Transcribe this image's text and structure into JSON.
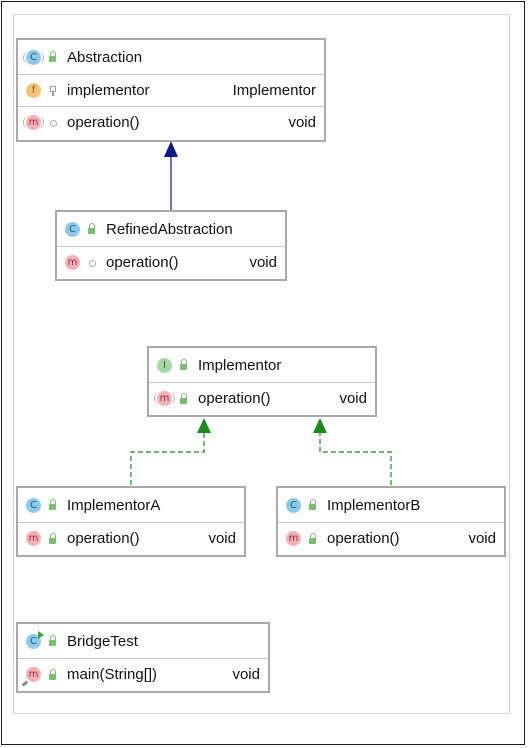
{
  "diagram": {
    "classes": [
      {
        "id": "abstraction",
        "kind": "class",
        "name": "Abstraction",
        "members": [
          {
            "kind": "field",
            "visibility": "private",
            "name": "implementor",
            "type": "Implementor"
          },
          {
            "kind": "method",
            "visibility": "package",
            "name": "operation()",
            "type": "void"
          }
        ]
      },
      {
        "id": "refined",
        "kind": "class",
        "name": "RefinedAbstraction",
        "members": [
          {
            "kind": "method",
            "visibility": "package",
            "name": "operation()",
            "type": "void"
          }
        ]
      },
      {
        "id": "implementor",
        "kind": "interface",
        "name": "Implementor",
        "members": [
          {
            "kind": "method",
            "visibility": "public",
            "name": "operation()",
            "type": "void"
          }
        ]
      },
      {
        "id": "implA",
        "kind": "class",
        "name": "ImplementorA",
        "members": [
          {
            "kind": "method",
            "visibility": "public",
            "name": "operation()",
            "type": "void"
          }
        ]
      },
      {
        "id": "implB",
        "kind": "class",
        "name": "ImplementorB",
        "members": [
          {
            "kind": "method",
            "visibility": "public",
            "name": "operation()",
            "type": "void"
          }
        ]
      },
      {
        "id": "bridgetest",
        "kind": "class",
        "name": "BridgeTest",
        "members": [
          {
            "kind": "method",
            "visibility": "public",
            "name": "main(String[])",
            "type": "void"
          }
        ]
      }
    ],
    "relations": [
      {
        "type": "extends",
        "from": "RefinedAbstraction",
        "to": "Abstraction",
        "color": "#0b1a8c"
      },
      {
        "type": "implements",
        "from": "ImplementorA",
        "to": "Implementor",
        "color": "#1c8a1c"
      },
      {
        "type": "implements",
        "from": "ImplementorB",
        "to": "Implementor",
        "color": "#1c8a1c"
      }
    ],
    "badge_letters": {
      "class": "C",
      "interface": "I",
      "field": "f",
      "method": "m"
    }
  }
}
